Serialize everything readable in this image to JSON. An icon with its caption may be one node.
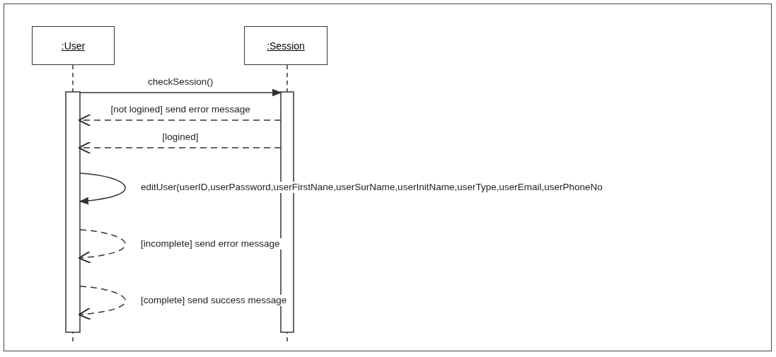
{
  "diagram": {
    "nodes": [
      {
        "text": [
          ":User"
        ]
      },
      {
        "text": [
          ":Session"
        ]
      }
    ],
    "edges": [
      {
        "from": 0,
        "to": 1,
        "arrow": "to",
        "label": "checkSession()"
      },
      {
        "from": 1,
        "to": 0,
        "arrow": "to",
        "label": "[not logined] send error message",
        "style": "dashed"
      },
      {
        "from": 1,
        "to": 0,
        "arrow": "to",
        "label": "[logined]",
        "style": "dashed"
      },
      {
        "from": 0,
        "to": 0,
        "arrow": "to",
        "label": "editUser(userID,userPassword,userFirstNane,userSurName,userInitName,userType,userEmail,userPhoneNo"
      },
      {
        "from": 0,
        "to": 0,
        "arrow": "to",
        "label": "[incomplete] send error message",
        "style": "dashed"
      },
      {
        "from": 0,
        "to": 0,
        "arrow": "to",
        "label": "[complete] send success message",
        "style": "dashed"
      }
    ]
  }
}
